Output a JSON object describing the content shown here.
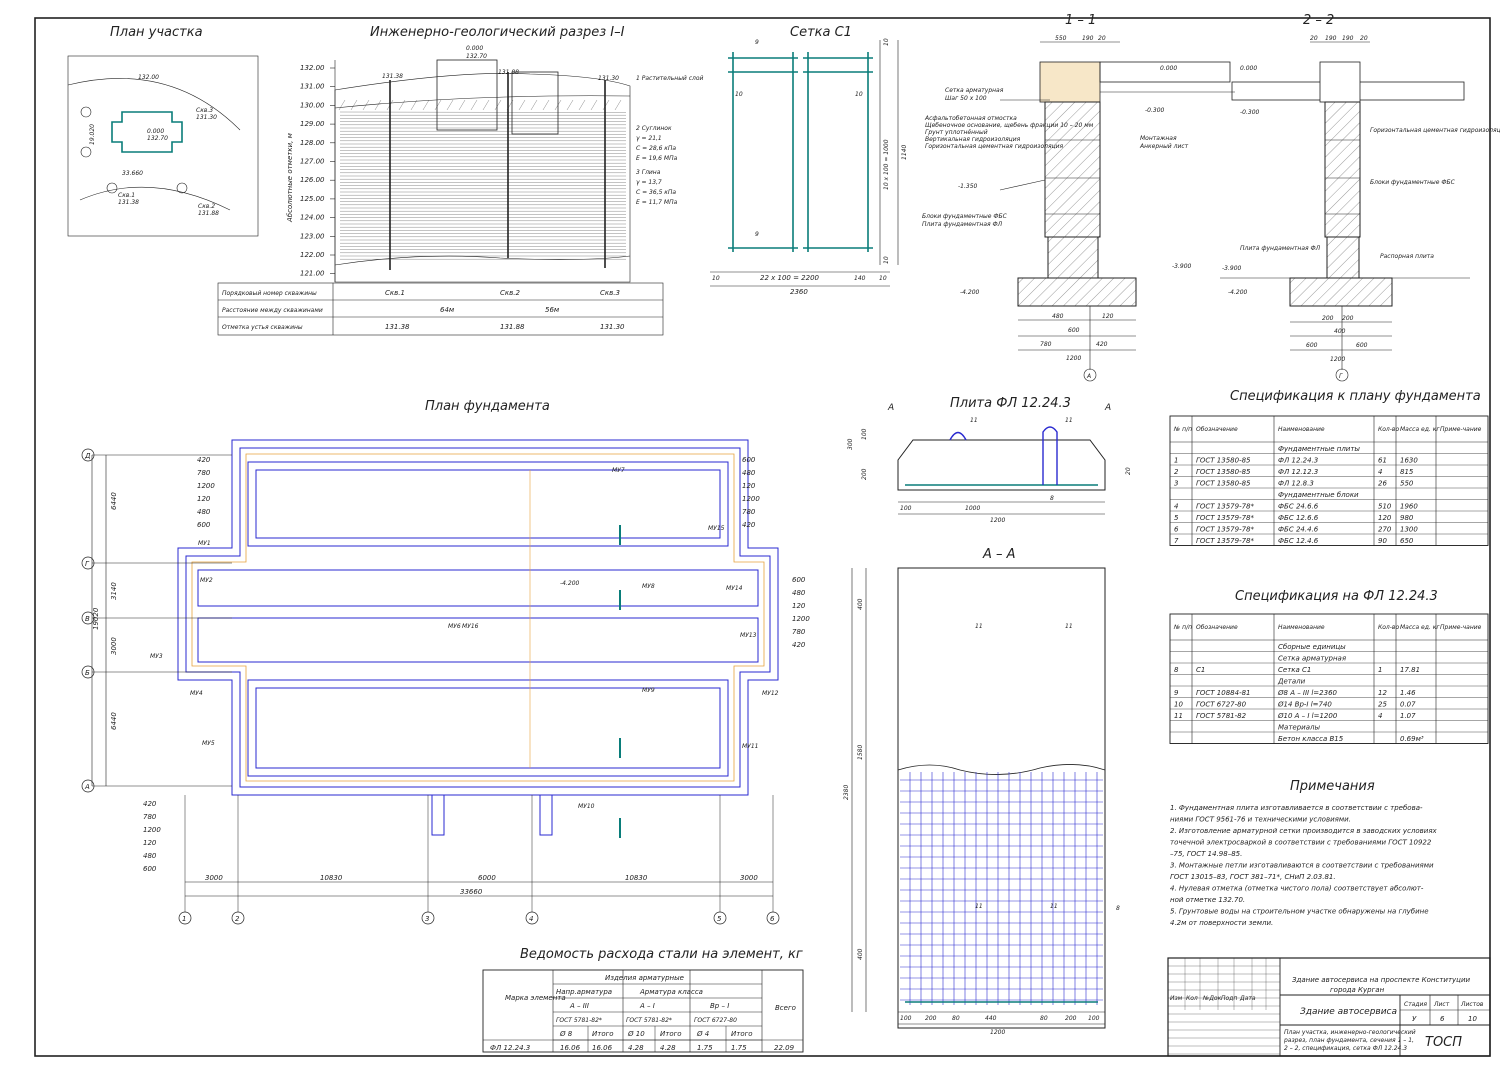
{
  "sheet": {
    "titles": {
      "site_plan": "План участка",
      "geo_section": "Инженерно-геологический разрез I–I",
      "mesh": "Сетка С1",
      "sec11": "1 – 1",
      "sec22": "2 – 2",
      "foundation_plan": "План фундамента",
      "slab": "Плита ФЛ 12.24.3",
      "aa": "А – А",
      "spec_plan": "Спецификация к плану фундамента",
      "spec_fl": "Спецификация на ФЛ 12.24.3",
      "steel": "Ведомость расхода стали на элемент, кг",
      "notes": "Примечания"
    },
    "site_plan": {
      "labels": [
        "132.00",
        "0.000",
        "132.70",
        "Скв.3",
        "131.30",
        "Скв.1",
        "131.38",
        "Скв.2",
        "131.88",
        "33.660",
        "19.020"
      ]
    },
    "geo_section": {
      "elevations": [
        "132.00",
        "131.00",
        "130.00",
        "129.00",
        "128.00",
        "127.00",
        "126.00",
        "125.00",
        "124.00",
        "123.00",
        "122.00",
        "121.00"
      ],
      "y_axis_label": "Абсолютные отметки, м",
      "top_marks": [
        "0.000",
        "132.70",
        "131.38",
        "131.88",
        "131.30"
      ],
      "layers": [
        "1 Растительный слой",
        "2 Суглинок",
        "γ = 21,1",
        "C = 28,6 кПа",
        "Е = 19,6 МПа",
        "3 Глина",
        "γ = 13,7",
        "C = 36,5 кПа",
        "Е = 11,7 МПа"
      ],
      "table_rows": [
        {
          "label": "Порядковый номер скважины",
          "values": [
            "Скв.1",
            "Скв.2",
            "Скв.3"
          ]
        },
        {
          "label": "Расстояние между скважинами",
          "values": [
            "64м",
            "56м"
          ]
        },
        {
          "label": "Отметка устья скважины",
          "values": [
            "131.38",
            "131.88",
            "131.30"
          ]
        }
      ]
    },
    "mesh": {
      "dims": [
        "10",
        "22 х 100 = 2200",
        "140",
        "10",
        "2360",
        "10",
        "10 х 100 = 1000",
        "1140",
        "10"
      ],
      "marks": [
        "9",
        "10",
        "10",
        "9"
      ]
    },
    "sec11": {
      "dims": [
        "550",
        "190",
        "20",
        "480",
        "120",
        "600",
        "780",
        "420",
        "1200"
      ],
      "notes": [
        "Сетка арматурная",
        "Шаг 50 х 100",
        "Асфальтобетонная отмостка",
        "Щебеночное основание, щебень фракции 10 – 20 мм",
        "Грунт уплотнённый",
        "Вертикальная гидроизоляция",
        "Горизонтальная цементная гидроизоляция",
        "Блоки фундаментные ФБС",
        "Плита фундаментная ФЛ",
        "Монтажная",
        "Анкерный лист"
      ],
      "levels": [
        "0.000",
        "-0.300",
        "-1.350",
        "-3.900",
        "-4.200"
      ],
      "axis": "А"
    },
    "sec22": {
      "dims": [
        "20",
        "190",
        "190",
        "20",
        "200",
        "200",
        "400",
        "600",
        "600",
        "1200"
      ],
      "notes": [
        "Горизонтальная цементная гидроизоляция",
        "Блоки фундаментные ФБС",
        "Плита фундаментная ФЛ",
        "Распорная плита"
      ],
      "levels": [
        "0.000",
        "-0.300",
        "-3.900",
        "-4.200"
      ],
      "axis": "Г"
    },
    "foundation_plan": {
      "axes_h": [
        "1",
        "2",
        "3",
        "4",
        "5",
        "6"
      ],
      "axes_v": [
        "Д",
        "Г",
        "В",
        "Б",
        "А"
      ],
      "bottom_dims": [
        "3000",
        "10830",
        "6000",
        "10830",
        "3000",
        "33660"
      ],
      "side_dims": [
        "6440",
        "3140",
        "3000",
        "6440",
        "19020"
      ],
      "mu_labels": [
        "МУ1",
        "МУ2",
        "МУ3",
        "МУ4",
        "МУ5",
        "МУ6",
        "МУ7",
        "МУ8",
        "МУ9",
        "МУ10",
        "МУ11",
        "МУ12",
        "МУ13",
        "МУ14",
        "МУ15",
        "МУ16"
      ],
      "level": "-4.200",
      "left_stack": [
        "420",
        "780",
        "1200",
        "120",
        "480",
        "600"
      ],
      "right_stack": [
        "600",
        "480",
        "120",
        "1200",
        "780",
        "420"
      ]
    },
    "slab": {
      "dims": [
        "100",
        "1000",
        "1200",
        "300",
        "200",
        "100",
        "20"
      ],
      "marks": [
        "11",
        "11",
        "8"
      ],
      "cut": "А"
    },
    "aa": {
      "dims": [
        "100",
        "200",
        "80",
        "440",
        "80",
        "200",
        "100",
        "1200",
        "400",
        "1580",
        "400",
        "2380"
      ],
      "marks": [
        "11",
        "11",
        "11",
        "11",
        "8"
      ]
    },
    "spec_plan": {
      "headers": [
        "№ п/п",
        "Обозначение",
        "Наименование",
        "Кол-во",
        "Масса ед. кг",
        "Приме-чание"
      ],
      "groups": [
        {
          "name": "Фундаментные плиты",
          "rows": [
            [
              "1",
              "ГОСТ 13580-85",
              "ФЛ 12.24.3",
              "61",
              "1630",
              ""
            ],
            [
              "2",
              "ГОСТ 13580-85",
              "ФЛ 12.12.3",
              "4",
              "815",
              ""
            ],
            [
              "3",
              "ГОСТ 13580-85",
              "ФЛ 12.8.3",
              "26",
              "550",
              ""
            ]
          ]
        },
        {
          "name": "Фундаментные блоки",
          "rows": [
            [
              "4",
              "ГОСТ 13579-78*",
              "ФБС 24.6.6",
              "510",
              "1960",
              ""
            ],
            [
              "5",
              "ГОСТ 13579-78*",
              "ФБС 12.6.6",
              "120",
              "980",
              ""
            ],
            [
              "6",
              "ГОСТ 13579-78*",
              "ФБС 24.4.6",
              "270",
              "1300",
              ""
            ],
            [
              "7",
              "ГОСТ 13579-78*",
              "ФБС 12.4.6",
              "90",
              "650",
              ""
            ]
          ]
        }
      ]
    },
    "spec_fl": {
      "headers": [
        "№ п/п",
        "Обозначение",
        "Наименование",
        "Кол-во",
        "Масса ед. кг",
        "Приме-чание"
      ],
      "rows": [
        [
          "",
          "",
          "Сборные единицы",
          "",
          "",
          ""
        ],
        [
          "",
          "",
          "Сетка арматурная",
          "",
          "",
          ""
        ],
        [
          "8",
          "С1",
          "Сетка С1",
          "1",
          "17.81",
          ""
        ],
        [
          "",
          "",
          "Детали",
          "",
          "",
          ""
        ],
        [
          "9",
          "ГОСТ 10884-81",
          "Ø8 А – III  l=2360",
          "12",
          "1.46",
          ""
        ],
        [
          "10",
          "ГОСТ 6727-80",
          "Ø14 Вр-I  l=740",
          "25",
          "0.07",
          ""
        ],
        [
          "11",
          "ГОСТ 5781-82",
          "Ø10 А – I  l=1200",
          "4",
          "1.07",
          ""
        ],
        [
          "",
          "",
          "Материалы",
          "",
          "",
          ""
        ],
        [
          "",
          "",
          "Бетон класса В15",
          "",
          "0.69м³",
          ""
        ]
      ]
    },
    "steel": {
      "col_mark": "Марка элемента",
      "h1": "Изделия арматурные",
      "h2a": "Напр.арматура",
      "h2b": "Арматура класса",
      "cls": [
        "А – III",
        "А – I",
        "Вр – I"
      ],
      "gost": [
        "ГОСТ 5781-82*",
        "ГОСТ 5781-82*",
        "ГОСТ 6727-80"
      ],
      "sub": [
        "Ø 8",
        "Итого",
        "Ø 10",
        "Итого",
        "Ø 4",
        "Итого"
      ],
      "total": "Всего",
      "row": [
        "ФЛ 12.24.3",
        "16.06",
        "16.06",
        "4.28",
        "4.28",
        "1.75",
        "1.75",
        "22.09"
      ]
    },
    "notes": [
      "1. Фундаментная плита изготавливается в соответствии с требова-",
      "ниями ГОСТ 9561-76 и техническими условиями.",
      "2. Изготовление арматурной сетки производится в заводских условиях",
      "точечной электросваркой в соответствии с требованиями ГОСТ 10922",
      "–75, ГОСТ 14.98–85.",
      "3. Монтажные петли изготавливаются в соответствии с требованиями",
      "ГОСТ 13015–83, ГОСТ 381–71*, СНиП 2.03.81.",
      "4. Нулевая отметка (отметка чистого пола) соответствует абсолют-",
      "ной отметке 132.70.",
      "5. Грунтовые воды на строительном участке обнаружены на глубине",
      "4.2м от поверхности земли."
    ],
    "stamp": {
      "project": "Здание автосервиса на проспекте Конституции",
      "city": "города Курган",
      "building": "Здание автосервиса",
      "cols": [
        "Изм",
        "Кол",
        "№Док",
        "Подп",
        "Дата"
      ],
      "stage_h": [
        "Стадия",
        "Лист",
        "Листов"
      ],
      "stage_v": [
        "У",
        "6",
        "10"
      ],
      "sheet_desc": [
        "План участка, инженерно-геологический",
        "разрез, план фундамента, сечения 1 – 1,",
        "2 – 2, спецификация, сетка ФЛ 12.24.3"
      ],
      "org": "ТОСП"
    }
  }
}
